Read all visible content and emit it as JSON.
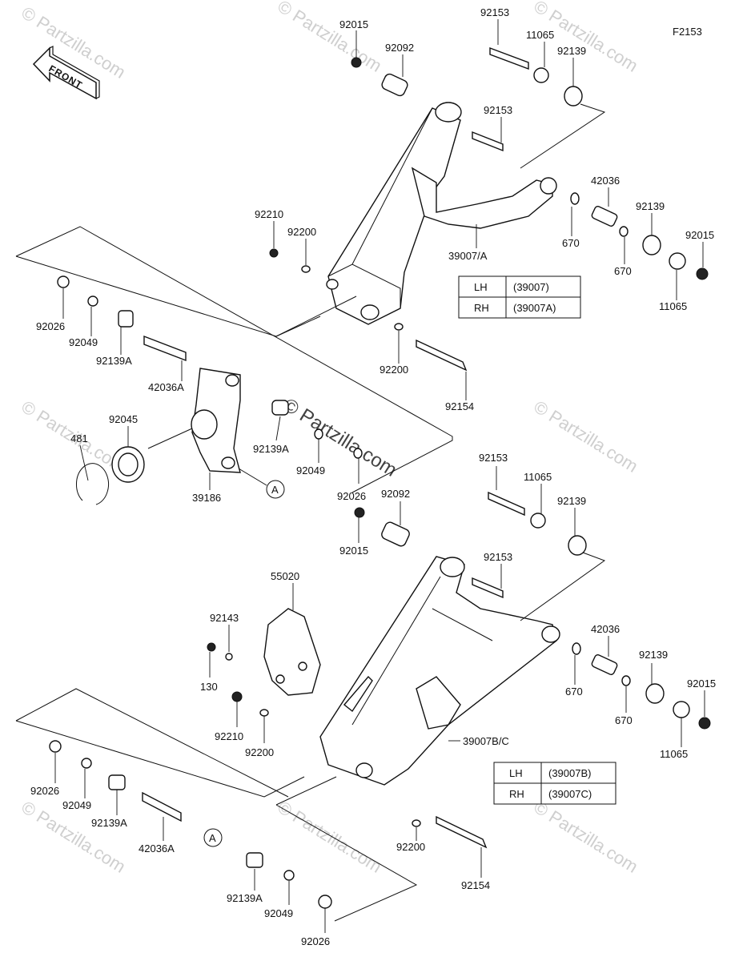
{
  "diagram_code": "F2153",
  "front_label": "FRONT",
  "watermarks": {
    "tile": "© Partzilla.com",
    "center": "© Partzilla.com"
  },
  "upper_table": {
    "rows": [
      {
        "side": "LH",
        "code": "(39007)"
      },
      {
        "side": "RH",
        "code": "(39007A)"
      }
    ]
  },
  "lower_table": {
    "rows": [
      {
        "side": "LH",
        "code": "(39007B)"
      },
      {
        "side": "RH",
        "code": "(39007C)"
      }
    ]
  },
  "part_labels": [
    "92015",
    "92092",
    "92153",
    "11065",
    "92139",
    "92153",
    "42036",
    "92139",
    "92015",
    "670",
    "670",
    "11065",
    "39007/A",
    "92210",
    "92200",
    "92026",
    "92049",
    "92139A",
    "42036A",
    "92200",
    "92154",
    "92045",
    "481",
    "92139A",
    "92049",
    "39186",
    "92026",
    "92015",
    "92092",
    "92153",
    "11065",
    "92139",
    "92153",
    "55020",
    "92143",
    "130",
    "92210",
    "92200",
    "42036",
    "670",
    "92139",
    "670",
    "92015",
    "11065",
    "39007B/C",
    "92026",
    "92049",
    "92139A",
    "42036A",
    "92200",
    "92154",
    "92139A",
    "92049",
    "92026"
  ],
  "callouts": [
    "A",
    "A"
  ]
}
